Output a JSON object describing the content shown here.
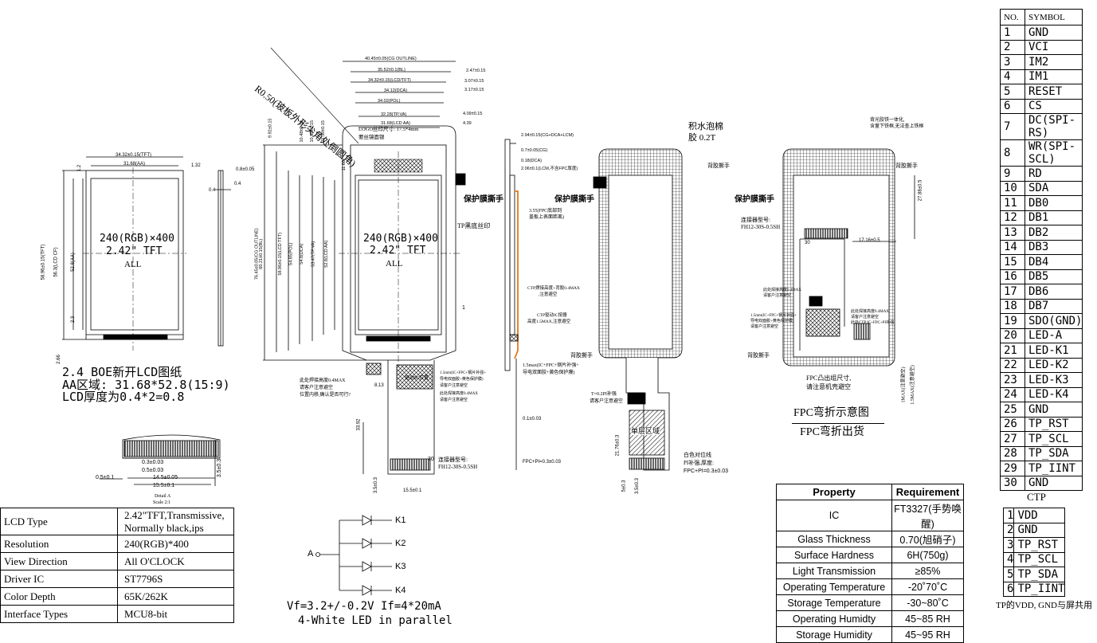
{
  "left_view": {
    "dims": {
      "w_tft": "34.32±0.15(TFT)",
      "w_aa": "31.68(AA)",
      "d_12": "1.2",
      "d_132": "1.32",
      "h_tft": "58.96±0.15(TFT)",
      "h_cf": "56.3(LCD CF)",
      "h_aa": "52.8(AA)",
      "d_23": "2.3",
      "d_266": "2.66",
      "t_04a": "0.4",
      "t_04b": "0.4",
      "t_08": "0.8±0.05"
    },
    "center_label_1": "240(RGB)×400",
    "center_label_2": "2.42\" TFT",
    "center_label_3": "ALL"
  },
  "notes": {
    "line1": "2.4 BOE新开LCD图纸",
    "line2": "AA区域: 31.68*52.8(15:9)",
    "line3": "LCD厚度为0.4*2=0.8"
  },
  "detail_a": {
    "d1": "0.3±0.03",
    "d2": "0.5±0.03",
    "d3": "14.5±0.05",
    "d4": "15.5±0.1",
    "d5": "0.5±0.1",
    "d6": "3.5±0.3",
    "caption1": "Detail A",
    "caption2": "Scale 2:1"
  },
  "spec_table": [
    {
      "label": "LCD Type",
      "value": "2.42\"TFT,Transmissive, Normally black,ips"
    },
    {
      "label": "Resolution",
      "value": "240(RGB)*400"
    },
    {
      "label": "View Direction",
      "value": "All  O'CLOCK"
    },
    {
      "label": "Driver IC",
      "value": "ST7796S"
    },
    {
      "label": "Color Depth",
      "value": "65K/262K"
    },
    {
      "label": "Interface Types",
      "value": "MCU8-bit"
    }
  ],
  "front_view": {
    "rounded_note": "R0.50(玻板外形尖角处倒圆角)",
    "dims_top": [
      "40.45±0.05(CG OUTLINE)",
      "35.52±0.1(BL)",
      "34.32±0.15(LCD/TFT)",
      "34.12(DCA)",
      "34.02(POL)",
      "32.28(TP.VA)",
      "31.68(LCD AA)"
    ],
    "dims_right": [
      "2.47±0.15",
      "3.07±0.15",
      "3.17±0.15",
      "4.09±0.15",
      "4.39"
    ],
    "dims_left": [
      "76.45±0.05(CG OUTLINE)",
      "60.21±0.15(BL)",
      "58.96±0.15(LCD TFT)",
      "54.85(POL)",
      "54.8(DCA)",
      "53.47(TP.VA)",
      "52.8(LCD AA)"
    ],
    "dims_top_v": [
      "9.92±0.15",
      "10.48±0.15",
      "10.58±0.15",
      "11.39±0.15",
      "11.68"
    ],
    "logo_note_1": "LOGO丝印尺寸: 17.5*4mm",
    "logo_note_2": "要丝镜面银",
    "center_label_1": "240(RGB)×400",
    "center_label_2": "2.42\" TFT",
    "center_label_3": "ALL",
    "protect_film": "保护膜撕手",
    "tp_print": "TP黑底丝印",
    "pin_1": "1",
    "pin_30": "30",
    "fpc_note_1": "此处焊接高度0.4MAX",
    "fpc_note_2": "请客户注意避空",
    "fpc_note_3": "位置内移,确认是否可行?",
    "chip_label": "驱动IC位置",
    "ic_note_1": "1.5mm(IC+FPC+钢片补强+",
    "ic_note_2": "导电双面胶+黄色保护膜)",
    "ic_note_3": "请客户注意避空",
    "ic_note_4": "此处焊接高度0.4MAX",
    "ic_note_5": "请客户注意避空",
    "d_813": "8.13",
    "d_3392": "33.92",
    "d_35": "3.5±0.3",
    "d_155": "15.5±0.1",
    "connector_1": "连接器型号:",
    "connector_2": "FH12-30S-0.5SH"
  },
  "side_view": {
    "d1": "2.94±0.15(CG+DCA+LCM)",
    "d2": "0.7±0.05(CG)",
    "d3": "0.18(DCA)",
    "d4": "2.06±0.1(LCM,不含FPC厚度)",
    "fpc_note_1": "3.55(FPC底部到",
    "fpc_note_2": "盖板上表面距离)",
    "ctp_note_1": "CTP焊接高度+背胶0.4MAX",
    "ctp_note_2": ",注意避空",
    "ctp_ic_1": "CTP驱动IC按器",
    "ctp_ic_2": "高度1.5MAX,注意避空",
    "ic_1": "1.5max(IC+FPC+钢片补强+",
    "ic_2": "导电双面胶+黄色保护膜)",
    "d_01": "0.1±0.03",
    "d_fpc": "FPC+PI=0.3±0.03"
  },
  "back_view": {
    "foam_1": "积水泡棉",
    "foam_2": "胶 0.2T",
    "back_tape": "背胶撕手",
    "protect_film": "保护膜撕手",
    "back_tape_2": "背胶撕手",
    "pi_1": "T=0.2PI补强",
    "pi_2": "请客户注意避空",
    "single_layer": "单层区域",
    "white_mark": "白色对位线",
    "pi_3": "PI补强,厚度:",
    "pi_4": "FPC+PI=0.3±0.03",
    "d_2176": "21.76±0.3",
    "d_54": "5±0.3",
    "d_35": "3.5±0.3"
  },
  "back_view_2": {
    "top_note_1": "背光胶铁一体化,",
    "top_note_2": "含量下铁框,无法查上铁框",
    "back_tape": "背胶撕手",
    "protect_film": "保护膜撕手",
    "connector_1": "连接器型号:",
    "connector_2": "FH12-30S-0.5SH",
    "pin_30": "30",
    "d_1716": "17.16±0.5",
    "d_2788": "27.88±0.5",
    "weld_1": "此处焊接高度0.4MAX",
    "weld_2": "请客户注意避空",
    "ic_1": "1.5mm(IC+FPC+钢片补强+",
    "ic_2": "导电双面胶+黄色保护膜)",
    "ic_3": "请客户注意避空",
    "ctp_1": "此处焊接高度0.4MAX",
    "ctp_2": "请客户注意避空",
    "ctp_3": "此处CTP IC+FPC+PI补强",
    "back_tape_2": "背胶撕手",
    "fpc_1": "FPC凸出组尺寸,",
    "fpc_2": "请注意机壳避空",
    "d_1max": "1MAX(注意避空)",
    "d_15max": "1.5MAX(注意避空)",
    "bend_1": "FPC弯折示意图",
    "bend_2": "FPC弯折出货"
  },
  "led": {
    "a": "A",
    "k": [
      "K1",
      "K2",
      "K3",
      "K4"
    ],
    "formula_1": "Vf=3.2+/-0.2V If=4*20mA",
    "formula_2": "4-White LED in parallel"
  },
  "property_table": {
    "headers": [
      "Property",
      "Requirement"
    ],
    "rows": [
      [
        "IC",
        "FT3327(手势唤醒)"
      ],
      [
        "Glass Thickness",
        "0.70(旭硝子)"
      ],
      [
        "Surface Hardness",
        "6H(750g)"
      ],
      [
        "Light Transmission",
        "≥85%"
      ],
      [
        "Operating Temperature",
        "-20˚70˚C"
      ],
      [
        "Storage Temperature",
        "-30~80˚C"
      ],
      [
        "Operating Humidty",
        "45~85 RH"
      ],
      [
        "Storage Humidity",
        "45~95 RH"
      ]
    ]
  },
  "pin_table": {
    "headers": [
      "NO.",
      "SYMBOL"
    ],
    "rows": [
      [
        "1",
        "GND"
      ],
      [
        "2",
        "VCI"
      ],
      [
        "3",
        "IM2"
      ],
      [
        "4",
        "IM1"
      ],
      [
        "5",
        "RESET"
      ],
      [
        "6",
        "CS"
      ],
      [
        "7",
        "DC(SPI-RS)"
      ],
      [
        "8",
        "WR(SPI-SCL)"
      ],
      [
        "9",
        "RD"
      ],
      [
        "10",
        "SDA"
      ],
      [
        "11",
        "DB0"
      ],
      [
        "12",
        "DB1"
      ],
      [
        "13",
        "DB2"
      ],
      [
        "14",
        "DB3"
      ],
      [
        "15",
        "DB4"
      ],
      [
        "16",
        "DB5"
      ],
      [
        "17",
        "DB6"
      ],
      [
        "18",
        "DB7"
      ],
      [
        "19",
        "SDO(GND)"
      ],
      [
        "20",
        "LED-A"
      ],
      [
        "21",
        "LED-K1"
      ],
      [
        "22",
        "LED-K2"
      ],
      [
        "23",
        "LED-K3"
      ],
      [
        "24",
        "LED-K4"
      ],
      [
        "25",
        "GND"
      ],
      [
        "26",
        "TP_RST"
      ],
      [
        "27",
        "TP_SCL"
      ],
      [
        "28",
        "TP_SDA"
      ],
      [
        "29",
        "TP_IINT"
      ],
      [
        "30",
        "GND"
      ]
    ]
  },
  "ctp_table": {
    "title": "CTP",
    "rows": [
      [
        "1",
        "VDD"
      ],
      [
        "2",
        "GND"
      ],
      [
        "3",
        "TP_RST"
      ],
      [
        "4",
        "TP_SCL"
      ],
      [
        "5",
        "TP_SDA"
      ],
      [
        "6",
        "TP_IINT"
      ]
    ],
    "note": "TP的VDD, GND与屏共用"
  },
  "colors": {
    "line": "#000000",
    "accent_fpc": "#e07a1a",
    "hatch": "#000000"
  }
}
